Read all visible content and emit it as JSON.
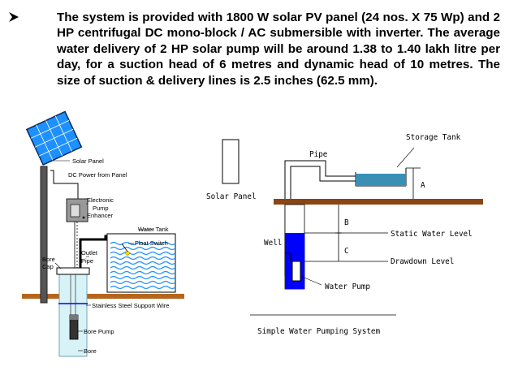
{
  "slide": {
    "paragraph": "The system is provided with 1800 W solar PV panel (24 nos. X 75 Wp) and 2  HP centrifugal DC mono-block / AC submersible with inverter. The average water delivery of 2 HP solar pump will be around 1.38 to 1.40 lakh litre per day,  for  a  suction  head  of  6  metres  and dynamic head of 10 metres. The size of suction & delivery lines is 2.5 inches (62.5 mm).",
    "bullet_icon": "arrowhead-bullet-icon"
  },
  "left_diagram": {
    "solar_panel": "Solar Panel",
    "dc_power": "DC Power from Panel",
    "enhancer_1": "Electronic",
    "enhancer_2": "Pump",
    "enhancer_3": "Enhancer",
    "water_tank": "Water Tank",
    "float_switch": "Float Switch",
    "outlet_1": "Outlet",
    "outlet_2": "Pipe",
    "bore_cap_1": "Bore",
    "bore_cap_2": "Cap",
    "support_wire": "Stainless Steel Support Wire",
    "bore_pump": "Bore Pump",
    "bore": "Bore",
    "colors": {
      "panel": "#1e90ff",
      "ground": "#b5651d",
      "water": "#1e90ff",
      "bore_bg": "#d8f3f7"
    }
  },
  "right_diagram": {
    "storage_tank": "Storage Tank",
    "pipe": "Pipe",
    "solar_panel": "Solar Panel",
    "a": "A",
    "b": "B",
    "c": "C",
    "well": "Well",
    "static_level": "Static Water Level",
    "drawdown_level": "Drawdown Level",
    "water_pump": "Water Pump",
    "caption": "Simple Water Pumping System",
    "colors": {
      "ground": "#8b4513",
      "water": "#0000ff",
      "tank_water": "#3a8fb7"
    }
  }
}
